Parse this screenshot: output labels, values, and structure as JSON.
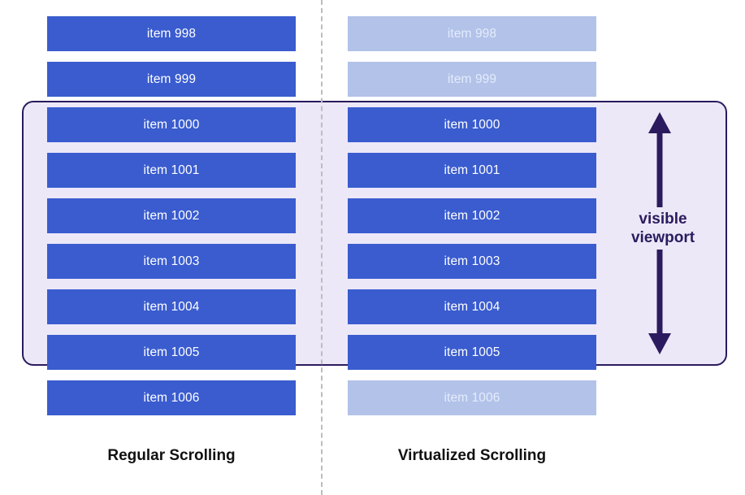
{
  "diagram": {
    "title": "Regular Scrolling vs Virtualized Scrolling",
    "colors": {
      "item_solid": "#3a5ccf",
      "item_faded": "#b2c2e9",
      "viewport_fill": "#ece8f8",
      "viewport_border": "#2b1b5e",
      "divider": "#bdbdbd",
      "caption_text": "#111111"
    },
    "viewport": {
      "label_line1": "visible",
      "label_line2": "viewport",
      "arrow_icon": "double-headed-vertical-arrow-icon"
    },
    "divider": {
      "style": "dashed-vertical-line"
    },
    "columns": [
      {
        "id": "regular",
        "caption": "Regular Scrolling",
        "items": [
          {
            "label": "item 998",
            "state": "rendered",
            "in_viewport": false
          },
          {
            "label": "item 999",
            "state": "rendered",
            "in_viewport": false
          },
          {
            "label": "item 1000",
            "state": "rendered",
            "in_viewport": true
          },
          {
            "label": "item 1001",
            "state": "rendered",
            "in_viewport": true
          },
          {
            "label": "item 1002",
            "state": "rendered",
            "in_viewport": true
          },
          {
            "label": "item 1003",
            "state": "rendered",
            "in_viewport": true
          },
          {
            "label": "item 1004",
            "state": "rendered",
            "in_viewport": true
          },
          {
            "label": "item 1005",
            "state": "rendered",
            "in_viewport": true
          },
          {
            "label": "item 1006",
            "state": "rendered",
            "in_viewport": false
          }
        ]
      },
      {
        "id": "virtualized",
        "caption": "Virtualized Scrolling",
        "items": [
          {
            "label": "item 998",
            "state": "not-rendered",
            "in_viewport": false
          },
          {
            "label": "item 999",
            "state": "not-rendered",
            "in_viewport": false
          },
          {
            "label": "item 1000",
            "state": "rendered",
            "in_viewport": true
          },
          {
            "label": "item 1001",
            "state": "rendered",
            "in_viewport": true
          },
          {
            "label": "item 1002",
            "state": "rendered",
            "in_viewport": true
          },
          {
            "label": "item 1003",
            "state": "rendered",
            "in_viewport": true
          },
          {
            "label": "item 1004",
            "state": "rendered",
            "in_viewport": true
          },
          {
            "label": "item 1005",
            "state": "rendered",
            "in_viewport": true
          },
          {
            "label": "item 1006",
            "state": "not-rendered",
            "in_viewport": false
          }
        ]
      }
    ]
  }
}
